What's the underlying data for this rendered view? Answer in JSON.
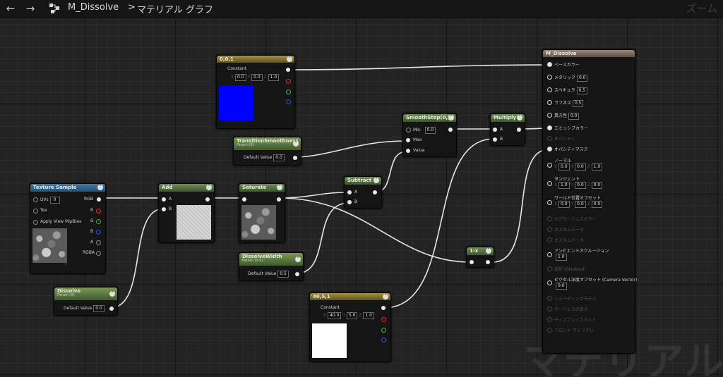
{
  "topbar": {
    "back_icon": "arrow-left-icon",
    "forward_icon": "arrow-right-icon",
    "graph_icon": "node-graph-icon",
    "asset_name": "M_Dissolve",
    "separator": ">",
    "graph_name": "マテリアル グラフ",
    "zoom_label": "ズーム"
  },
  "watermark": "マテリアル",
  "nodes": {
    "const_blue": {
      "title": "0,0,1",
      "caption": "Constant",
      "x_label": "X",
      "x_val": "0.0",
      "y_label": "Y",
      "y_val": "0.0",
      "z_label": "Z",
      "z_val": "1.0",
      "swatch_color": "#0000ff"
    },
    "transition": {
      "title": "TransitionSmoothness",
      "subtitle": "Param (0)",
      "field_label": "Default Value",
      "value": "0.0"
    },
    "smoothstep": {
      "title": "SmoothStep(0,)",
      "min_label": "Min",
      "min_val": "0.0",
      "max_label": "Max",
      "value_label": "Value"
    },
    "multiply": {
      "title": "Multiply",
      "a_label": "A",
      "b_label": "B"
    },
    "texture": {
      "title": "Texture Sample",
      "uvs_label": "UVs",
      "uvs_val": "0",
      "tex_label": "Tex",
      "mip_label": "Apply View MipBias",
      "rgb": "RGB",
      "r": "R",
      "g": "G",
      "b": "B",
      "a": "A",
      "rgba": "RGBA"
    },
    "add": {
      "title": "Add",
      "a_label": "A",
      "b_label": "B"
    },
    "saturate": {
      "title": "Saturate"
    },
    "subtract": {
      "title": "Subtract",
      "a_label": "A",
      "b_label": "B"
    },
    "dissolve_width": {
      "title": "DissolveWidth",
      "subtitle": "Param (0.5)",
      "field_label": "Default Value",
      "value": "0.5"
    },
    "one_minus": {
      "title": "1-x"
    },
    "dissolve": {
      "title": "Dissolve",
      "subtitle": "Param (0)",
      "field_label": "Default Value",
      "value": "0.0"
    },
    "const_white": {
      "title": "40,5,1",
      "caption": "Constant",
      "x_label": "X",
      "x_val": "40.0",
      "y_label": "Y",
      "y_val": "5.0",
      "z_label": "Z",
      "z_val": "1.0",
      "swatch_color": "#ffffff"
    },
    "material": {
      "title": "M_Dissolve",
      "base_color": "ベースカラー",
      "metallic": "メタリック",
      "metallic_val": "0.0",
      "specular": "スペキュラ",
      "specular_val": "0.5",
      "roughness": "ラフネス",
      "roughness_val": "0.5",
      "anisotropy": "異方性",
      "anisotropy_val": "0.0",
      "emissive": "エミッシブカラー",
      "opacity": "オパシティ",
      "opacity_mask": "オパシティマスク",
      "normal": "ノーマル",
      "normal_x": "0.0",
      "normal_y": "0.0",
      "normal_z": "1.0",
      "tangent": "タンジェント",
      "tangent_x": "1.0",
      "tangent_y": "0.0",
      "tangent_z": "0.0",
      "wpo": "ワールド位置オフセット",
      "wpo_x": "0.0",
      "wpo_y": "0.0",
      "wpo_z": "0.0",
      "subsurface": "サブサーフェスカラー",
      "custom0": "カスタムデータ",
      "custom1": "カスタムデータ",
      "ao": "アンビエントオクルージョン",
      "ao_val": "1.0",
      "refraction": "屈折 (Disabled)",
      "pixel_depth": "ピクセル深度オフセット (Camera Vector)",
      "pixel_depth_val": "0.0",
      "shading_model": "シェーディングモデル",
      "surface_thickness": "サーフェスの厚さ",
      "displacement": "ディスプレイスメント",
      "front_material": "フロント マテリアル"
    }
  },
  "colors": {
    "r_pin": "#e03030",
    "g_pin": "#30c030",
    "b_pin": "#3050e0"
  }
}
